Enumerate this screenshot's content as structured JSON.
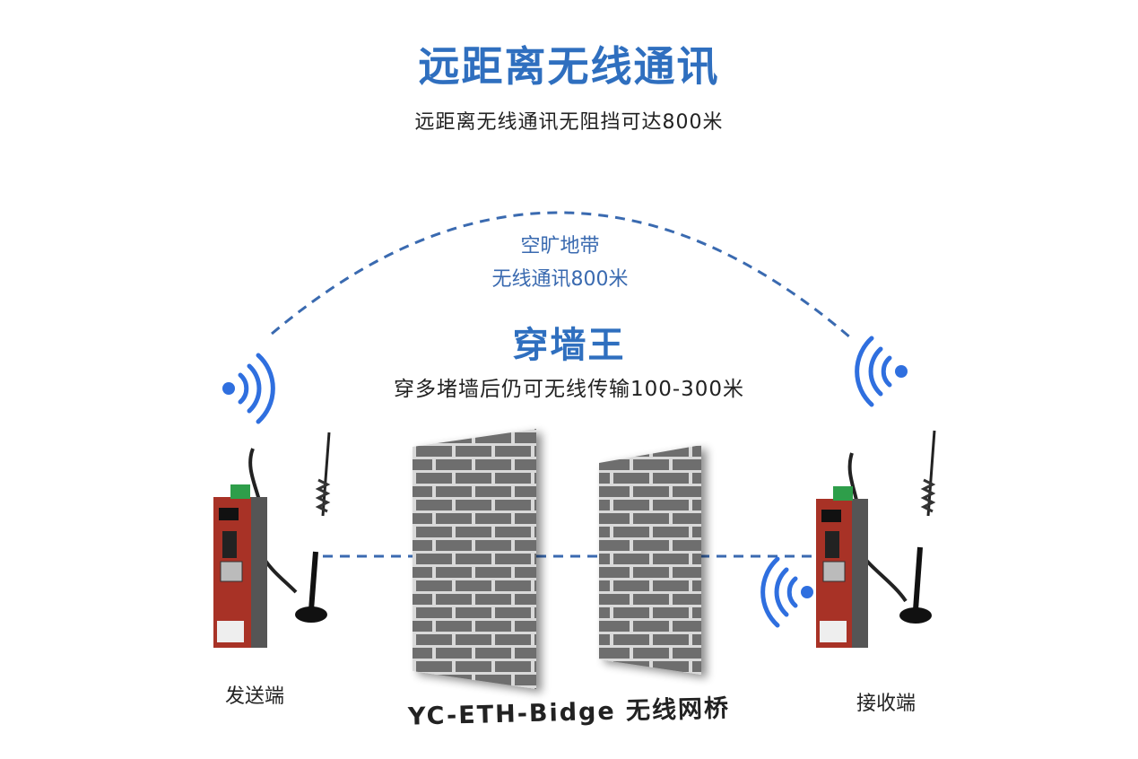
{
  "header": {
    "title": "远距离无线通讯",
    "subtitle": "远距离无线通讯无阻挡可达800米"
  },
  "open_area": {
    "line1": "空旷地带",
    "line2": "无线通讯800米"
  },
  "through_wall": {
    "title": "穿墙王",
    "subtitle": "穿多堵墙后仍可无线传输100-300米"
  },
  "devices": {
    "sender_label": "发送端",
    "receiver_label": "接收端"
  },
  "product": {
    "name": "YC-ETH-Bidge 无线网桥"
  },
  "colors": {
    "accent": "#2f6fbf",
    "device_red": "#a83226",
    "wall_brick": "#6e6e6e",
    "wall_mortar": "#d9d9d9"
  },
  "icons": [
    "wifi-signal-icon",
    "antenna-icon",
    "brick-wall-icon",
    "router-device-icon"
  ]
}
